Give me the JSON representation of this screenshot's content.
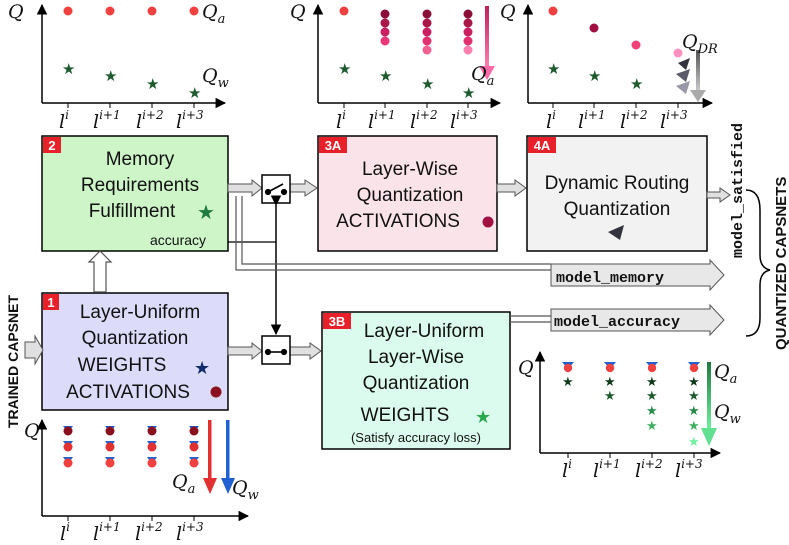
{
  "blocks": {
    "b1": {
      "badge": "1",
      "lines": [
        "Layer-Uniform",
        "Quantization",
        "WEIGHTS",
        "ACTIVATIONS"
      ]
    },
    "b2": {
      "badge": "2",
      "lines": [
        "Memory",
        "Requirements",
        "Fulfillment"
      ],
      "note": "accuracy"
    },
    "b3a": {
      "badge": "3A",
      "lines": [
        "Layer-Wise",
        "Quantization",
        "ACTIVATIONS"
      ]
    },
    "b3b": {
      "badge": "3B",
      "lines": [
        "Layer-Uniform",
        "Layer-Wise",
        "Quantization",
        "WEIGHTS"
      ],
      "note": "(Satisfy accuracy loss)"
    },
    "b4a": {
      "badge": "4A",
      "lines": [
        "Dynamic Routing",
        "Quantization"
      ]
    }
  },
  "outputs": {
    "memory": "model_memory",
    "accuracy": "model_accuracy",
    "satisfied": "model_satisfied"
  },
  "side_labels": {
    "left": "TRAINED CAPSNET",
    "right": "QUANTIZED CAPSNETS"
  },
  "plots": {
    "axis_y": "Q",
    "ticks": [
      "l",
      "l",
      "l",
      "l"
    ],
    "tick_sup": [
      "i",
      "i+1",
      "i+2",
      "i+3"
    ],
    "Qa": "Q",
    "Qa_sub": "a",
    "Qw": "Q",
    "Qw_sub": "w",
    "Qdr": "Q",
    "Qdr_sub": "DR"
  },
  "colors": {
    "green_box": "#cdf5c8",
    "blue_box": "#dcdcfa",
    "pink_box": "#fbe3ea",
    "mint_box": "#dcfbef",
    "gray_box": "#f2f2f2",
    "badge_red": "#e8202a",
    "red_dot": "#f04040",
    "dark_star": "#1e5a2e",
    "blue_marker": "#2060d0"
  }
}
